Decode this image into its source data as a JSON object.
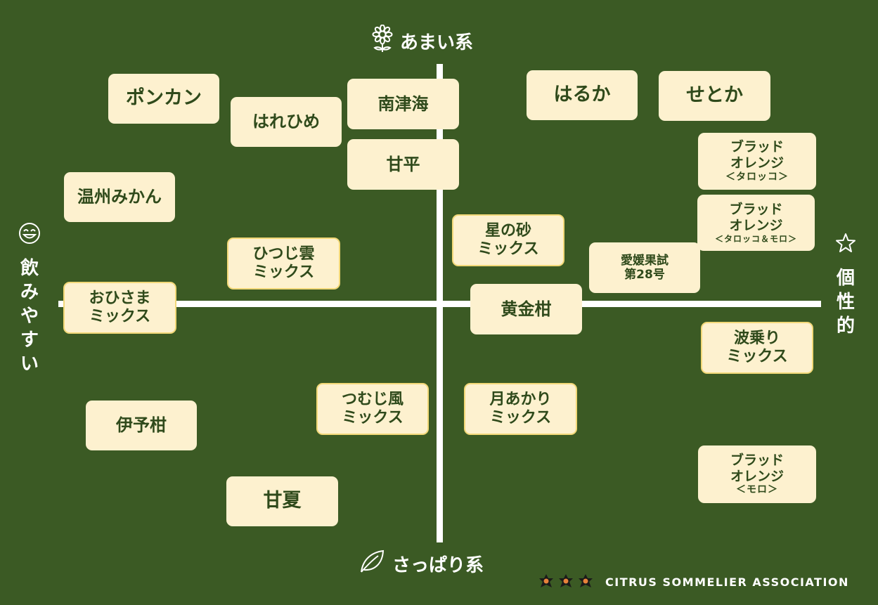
{
  "axes": {
    "top": "あまい系",
    "bottom": "さっぱり系",
    "left": "飲みやすい",
    "right": "個性的"
  },
  "icons": {
    "top": "flower-icon",
    "bottom": "leaf-icon",
    "left": "smiley-icon",
    "right": "star-icon",
    "footer": "citrus-flower-icon"
  },
  "varieties": {
    "ponkan": "ポンカン",
    "harehime": "はれひめ",
    "nantsukai": "南津海",
    "kanpei": "甘平",
    "haruka": "はるか",
    "setoka": "せとか",
    "blood_tarocco": {
      "line1": "ブラッド\nオレンジ",
      "line2": "＜タロッコ＞"
    },
    "blood_tarocco_moro": {
      "line1": "ブラッド\nオレンジ",
      "line2": "＜タロッコ＆モロ＞"
    },
    "unshu": "温州みかん",
    "hoshinosuna": "星の砂\nミックス",
    "ehime28": "愛媛果試\n第28号",
    "hitsujigumo": "ひつじ雲\nミックス",
    "ohisama": "おひさま\nミックス",
    "ogonkan": "黄金柑",
    "naminori": "波乗り\nミックス",
    "tsumujikaze": "つむじ風\nミックス",
    "tsukiakari": "月あかり\nミックス",
    "iyokan": "伊予柑",
    "blood_moro": {
      "line1": "ブラッド\nオレンジ",
      "line2": "＜モロ＞"
    },
    "amanatsu": "甘夏"
  },
  "footer": {
    "text": "CITRUS SOMMELIER ASSOCIATION"
  },
  "colors": {
    "background": "#3b5a24",
    "card": "#fdf1cf",
    "card_text": "#2f4a1b",
    "mix_border": "#f2d878",
    "axis": "#ffffff"
  }
}
